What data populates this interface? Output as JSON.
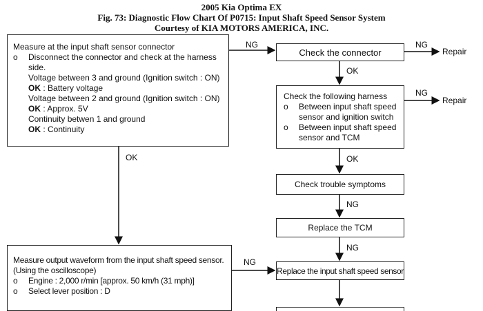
{
  "header": {
    "line1": "2005 Kia Optima EX",
    "line2": "Fig. 73: Diagnostic Flow Chart Of P0715: Input Shaft Speed Sensor System",
    "line3": "Courtesy of KIA MOTORS AMERICA, INC."
  },
  "box1": {
    "heading": "Measure at the input shaft sensor connector",
    "bullet": "o",
    "item": "Disconnect the connector and check at the harness side.",
    "l1": "Voltage between 3 and ground (Ignition switch : ON)",
    "ok1": "Battery voltage",
    "l2": "Voltage between 2 and ground (Ignition switch : ON)",
    "ok2": "Approx. 5V",
    "l3": "Continuity betwen 1 and ground",
    "ok3": "Continuity",
    "ok_label": "OK"
  },
  "box2": {
    "heading": "Measure output waveform from the input shaft speed sensor.",
    "sub": "(Using the oscilloscope)",
    "bullet": "o",
    "items": [
      "Engine : 2,000 r/min [approx. 50 km/h (31 mph)]",
      "Select lever position : D"
    ]
  },
  "right": {
    "check_connector": "Check the connector",
    "harness_title": "Check the following harness",
    "harness_items": [
      "Between input shaft speed sensor and ignition switch",
      "Between input shaft speed sensor and TCM"
    ],
    "bullet": "o",
    "trouble": "Check trouble symptoms",
    "replace_tcm": "Replace the TCM",
    "replace_sensor": "Replace the input shaft speed sensor"
  },
  "labels": {
    "ng": "NG",
    "ok": "OK",
    "repair": "Repair"
  }
}
